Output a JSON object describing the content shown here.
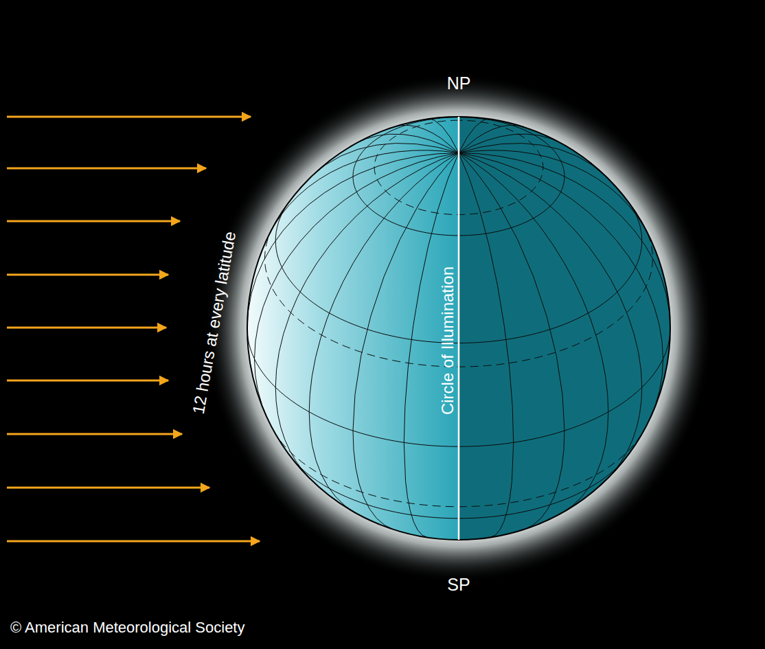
{
  "diagram": {
    "labels": [
      "NP",
      "12 hours at every latitude",
      "Circle of Illumination",
      "SP",
      "© American Meteorological Society"
    ]
  }
}
